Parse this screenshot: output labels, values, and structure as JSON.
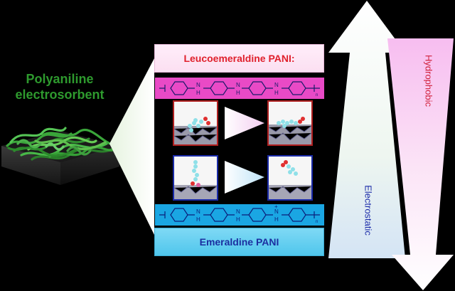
{
  "title_line1": "Polyaniline",
  "title_line2": "electrosorbent",
  "leuco_label": "Leucoemeraldine PANI:",
  "emer_label": "Emeraldine PANI",
  "electrostatic_label": "Electrostatic",
  "hydrophobic_label": "Hydrophobic",
  "colors": {
    "title_green": "#2e9a2e",
    "leuco_red": "#e0202c",
    "leuco_strip": "#e94ac6",
    "emer_strip": "#1aa6e3",
    "emer_text": "#1c2fa0",
    "hydrophobic_arrow": "#f7bdf0",
    "electrostatic_arrow": "#ffffff"
  }
}
